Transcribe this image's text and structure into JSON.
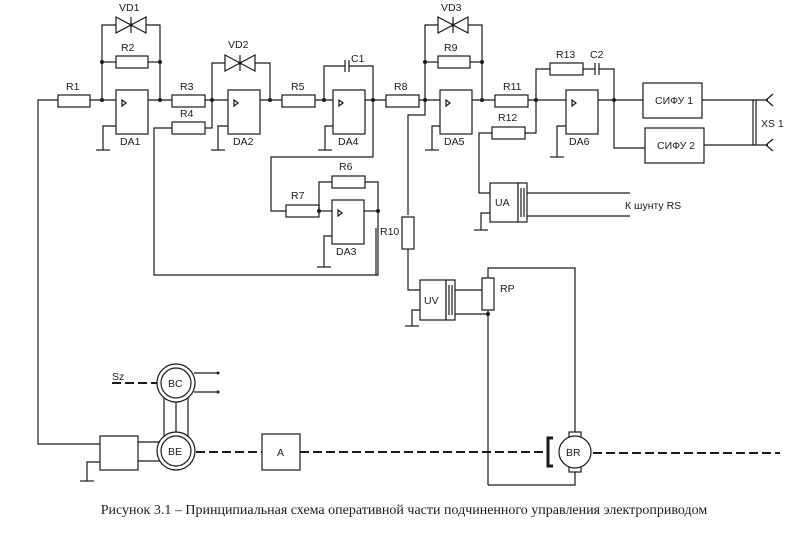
{
  "caption": "Рисунок 3.1 – Принципиальная схема оперативной части подчиненного управления электроприводом",
  "components": {
    "resistors": [
      "R1",
      "R2",
      "R3",
      "R4",
      "R5",
      "R6",
      "R7",
      "R8",
      "R9",
      "R10",
      "R11",
      "R12",
      "R13"
    ],
    "capacitors": [
      "C1",
      "C2"
    ],
    "diodes": [
      "VD1",
      "VD2",
      "VD3"
    ],
    "opamps": [
      "DA1",
      "DA2",
      "DA3",
      "DA4",
      "DA5",
      "DA6"
    ],
    "blocks": {
      "sifu1": "СИФУ 1",
      "sifu2": "СИФУ 2",
      "ua": "UA",
      "uv": "UV",
      "rp": "RP",
      "xs1": "XS 1",
      "bc": "BC",
      "be": "BE",
      "a": "A",
      "br": "BR",
      "sz": "Sz",
      "shunt": "К шунту RS"
    }
  }
}
